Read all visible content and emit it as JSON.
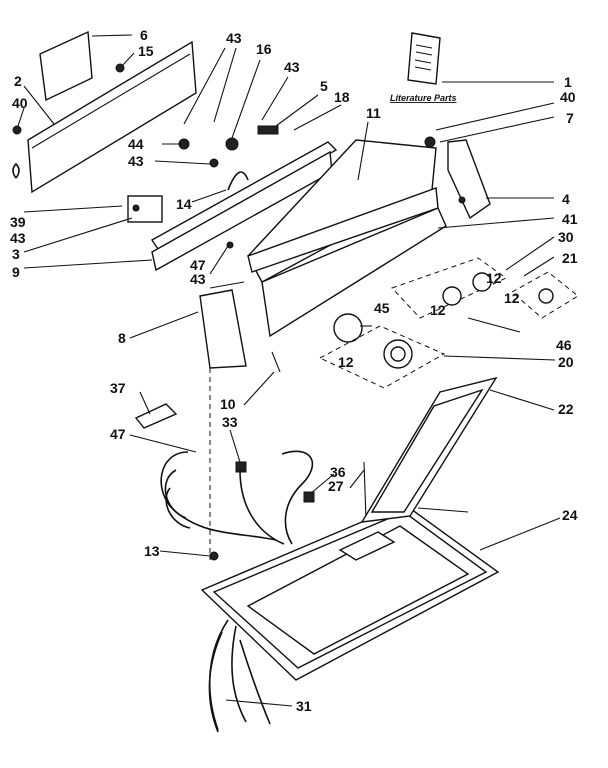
{
  "literature_label": "Literature Parts",
  "callouts": {
    "c1": "1",
    "c2": "2",
    "c3": "3",
    "c4": "4",
    "c5": "5",
    "c6": "6",
    "c7": "7",
    "c8": "8",
    "c9": "9",
    "c10": "10",
    "c11": "11",
    "c13": "13",
    "c14": "14",
    "c15": "15",
    "c16": "16",
    "c18": "18",
    "c20": "20",
    "c21": "21",
    "c22": "22",
    "c24": "24",
    "c27": "27",
    "c30": "30",
    "c31": "31",
    "c33": "33",
    "c36": "36",
    "c37": "37",
    "c39": "39",
    "c41": "41",
    "c44": "44",
    "c45": "45",
    "c46": "46",
    "c40a": "40",
    "c40b": "40",
    "c43a": "43",
    "c43b": "43",
    "c43c": "43",
    "c43d": "43",
    "c43e": "43",
    "c47a": "47",
    "c47b": "47",
    "c12a": "12",
    "c12b": "12",
    "c12c": "12",
    "c12d": "12"
  }
}
